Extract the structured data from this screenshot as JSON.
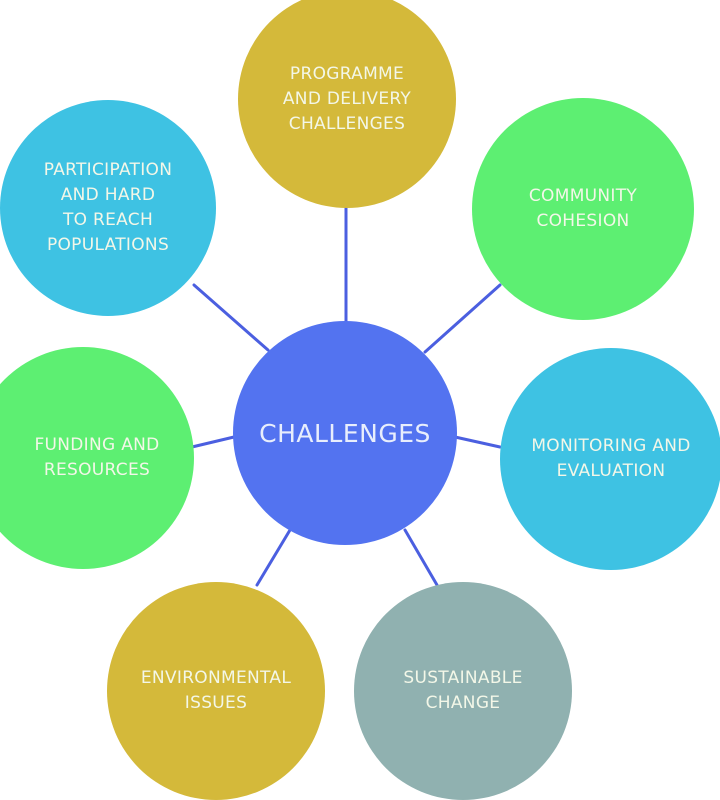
{
  "diagram": {
    "type": "hub-and-spoke",
    "center": {
      "label": "CHALLENGES",
      "color": "#5373f0"
    },
    "link_color": "#4b5fe0",
    "nodes": [
      {
        "id": "programme",
        "label": "PROGRAMME\nAND DELIVERY\nCHALLENGES",
        "color": "#d4b93a"
      },
      {
        "id": "community",
        "label": "COMMUNITY\nCOHESION",
        "color": "#5def72"
      },
      {
        "id": "monitoring",
        "label": "MONITORING AND\nEVALUATION",
        "color": "#3ec2e3"
      },
      {
        "id": "sustainable",
        "label": "SUSTAINABLE\nCHANGE",
        "color": "#90b1b0"
      },
      {
        "id": "environmental",
        "label": "ENVIRONMENTAL\nISSUES",
        "color": "#d4b93a"
      },
      {
        "id": "funding",
        "label": "FUNDING AND\nRESOURCES",
        "color": "#5def72"
      },
      {
        "id": "participation",
        "label": "PARTICIPATION\nAND HARD\nTO REACH\nPOPULATIONS",
        "color": "#3ec2e3"
      }
    ]
  }
}
